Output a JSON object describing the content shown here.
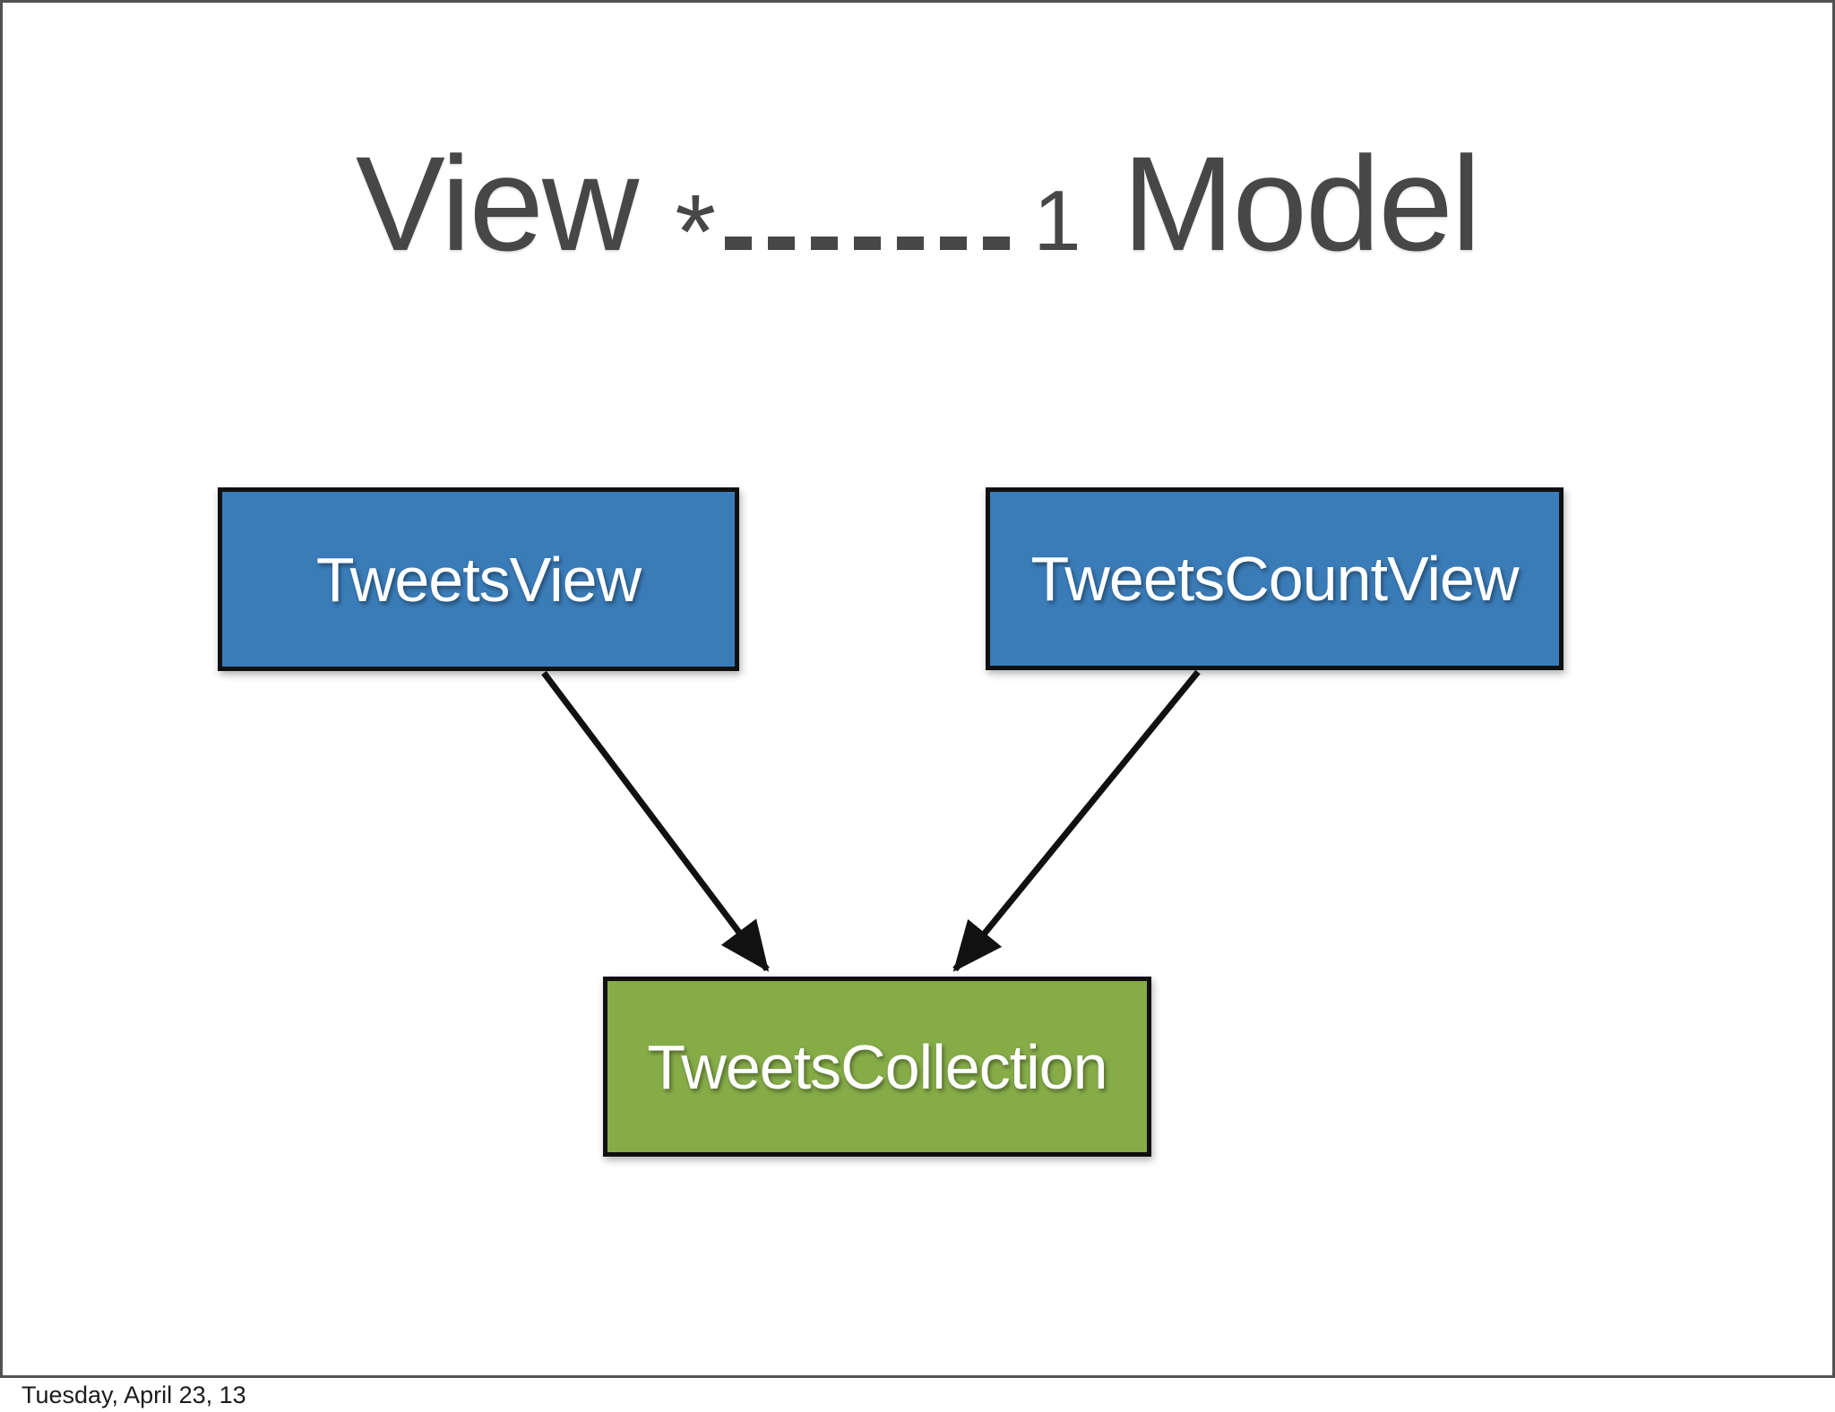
{
  "slide": {
    "title": {
      "left_term": "View",
      "multiplicity_many": "*",
      "connector_dashes": "-------",
      "multiplicity_one": "1",
      "right_term": "Model"
    },
    "nodes": [
      {
        "id": "tweets-view",
        "label": "TweetsView",
        "role": "view",
        "fill": "#3a7cb8"
      },
      {
        "id": "tweets-count-view",
        "label": "TweetsCountView",
        "role": "view",
        "fill": "#3a7cb8"
      },
      {
        "id": "tweets-collection",
        "label": "TweetsCollection",
        "role": "collection",
        "fill": "#86ac48"
      }
    ],
    "edges": [
      {
        "from": "tweets-view",
        "to": "tweets-collection"
      },
      {
        "from": "tweets-count-view",
        "to": "tweets-collection"
      }
    ],
    "colors": {
      "view_node_fill": "#3a7cb8",
      "collection_node_fill": "#86ac48",
      "node_border": "#101010",
      "arrow": "#111111",
      "title_text": "#474747",
      "frame_border": "#525252",
      "background": "#ffffff"
    }
  },
  "footer": {
    "date": "Tuesday, April 23, 13"
  }
}
